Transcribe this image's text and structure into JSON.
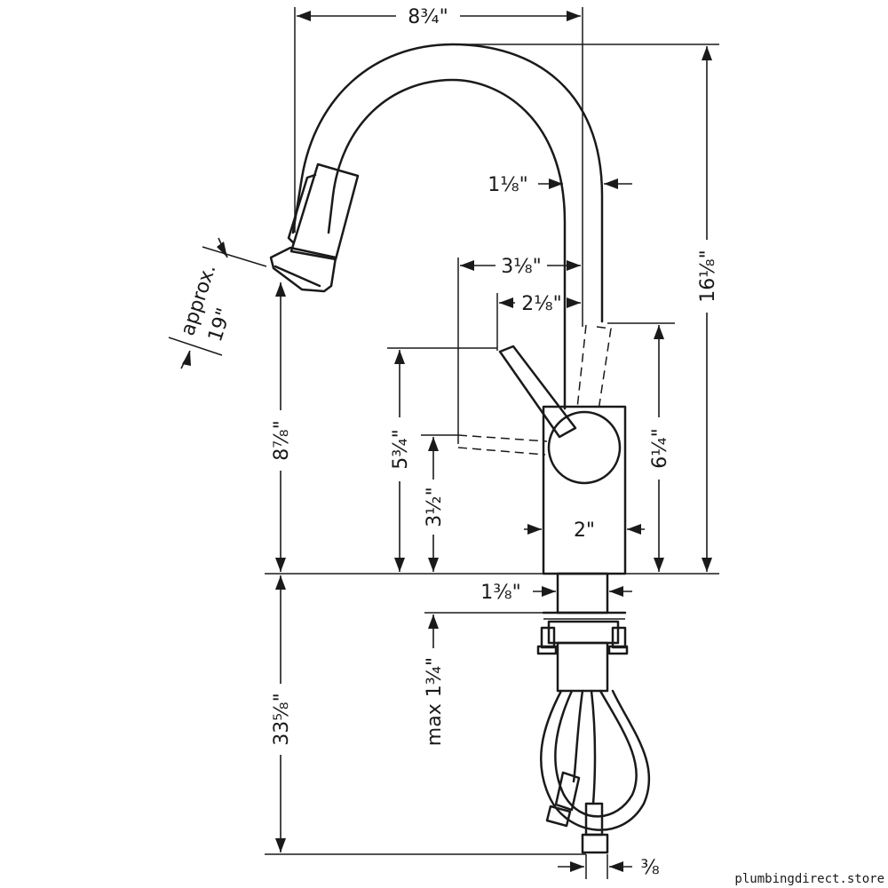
{
  "dimensions": {
    "overall_width": "8¾\"",
    "overall_height": "16⅛\"",
    "spout_tube": "1⅛\"",
    "lever_reach_full": "3⅛\"",
    "lever_reach_part": "2⅛\"",
    "spout_clearance": "8⅞\"",
    "lever_height_max": "5¾\"",
    "lever_height_min": "3½\"",
    "body_height": "6¼\"",
    "body_width": "2\"",
    "shank_diameter": "1⅜\"",
    "max_deck": "max 1¾\"",
    "below_deck": "33⅝\"",
    "hose_connection": "⅜",
    "hose_approx_label": "approx.",
    "hose_length": "19\""
  },
  "watermark": "plumbingdirect.store"
}
